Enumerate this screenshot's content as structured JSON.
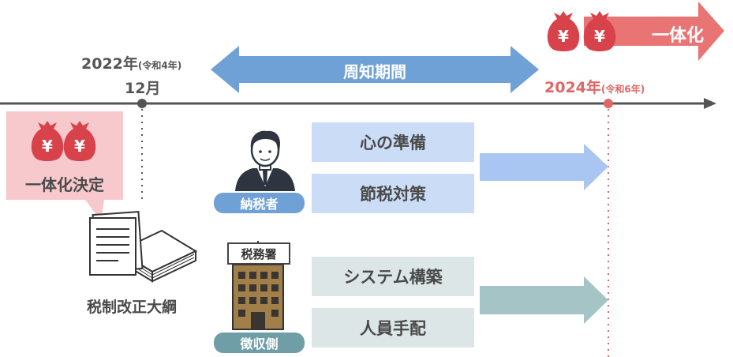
{
  "timeline": {
    "start": {
      "year": "2022年",
      "era": "(令和4年)",
      "month": "12月"
    },
    "end": {
      "year": "2024年",
      "era": "(令和6年)"
    }
  },
  "period_label": "周知期間",
  "integration_label": "一体化",
  "decision": {
    "label": "一体化決定",
    "coin_symbol": "¥"
  },
  "outline_label": "税制改正大綱",
  "taxpayer": {
    "label": "納税者",
    "tasks": [
      "心の準備",
      "節税対策"
    ]
  },
  "collector": {
    "label": "徴収側",
    "sign": "税務署",
    "tasks": [
      "システム構築",
      "人員手配"
    ]
  },
  "colors": {
    "timeline": "#555555",
    "period_arrow": "#6fa1d7",
    "integration_arrow": "#e87474",
    "money_bag": "#d8434b",
    "decision_bg": "#f7c9cc",
    "taxpayer_task_bg": "#cbdcf6",
    "taxpayer_arrow": "#a9c5f2",
    "taxpayer_pill": "#6fa1d7",
    "collector_task_bg": "#dce6e6",
    "collector_arrow": "#a4c4c6",
    "collector_pill": "#6f9ea6",
    "deadline_dotted": "#e06767"
  },
  "icons": [
    "money-bag-icon",
    "businessman-icon",
    "documents-icon",
    "tax-office-building-icon"
  ]
}
